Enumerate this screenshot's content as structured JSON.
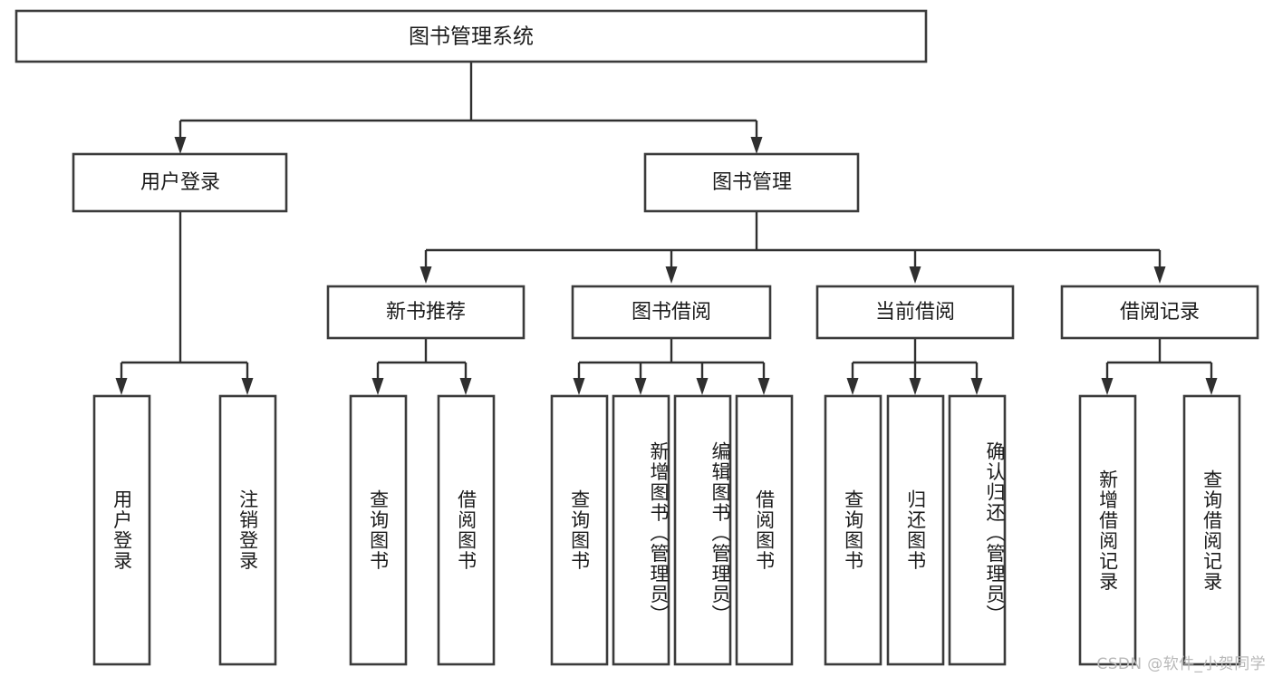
{
  "diagram": {
    "title": "图书管理系统",
    "type": "hierarchy-tree",
    "watermark": "CSDN @软件_小贺同学",
    "colors": {
      "box_stroke": "#3b3b3b",
      "connector": "#2f2f2f",
      "background": "#ffffff",
      "text": "#1b1b1b",
      "watermark": "#b9b9b9"
    },
    "root": {
      "label": "图书管理系统"
    },
    "level2": [
      {
        "label": "用户登录"
      },
      {
        "label": "图书管理"
      }
    ],
    "level3": [
      {
        "label": "新书推荐"
      },
      {
        "label": "图书借阅"
      },
      {
        "label": "当前借阅"
      },
      {
        "label": "借阅记录"
      }
    ],
    "leaves": {
      "user_login": [
        {
          "label": "用户登录"
        },
        {
          "label": "注销登录"
        }
      ],
      "new_book_recommend": [
        {
          "label": "查询图书"
        },
        {
          "label": "借阅图书"
        }
      ],
      "book_borrow": [
        {
          "label": "查询图书"
        },
        {
          "label": "新增图书（管理员）"
        },
        {
          "label": "编辑图书（管理员）"
        },
        {
          "label": "借阅图书"
        }
      ],
      "current_borrow": [
        {
          "label": "查询图书"
        },
        {
          "label": "归还图书"
        },
        {
          "label": "确认归还（管理员）"
        }
      ],
      "borrow_record": [
        {
          "label": "新增借阅记录"
        },
        {
          "label": "查询借阅记录"
        }
      ]
    }
  }
}
